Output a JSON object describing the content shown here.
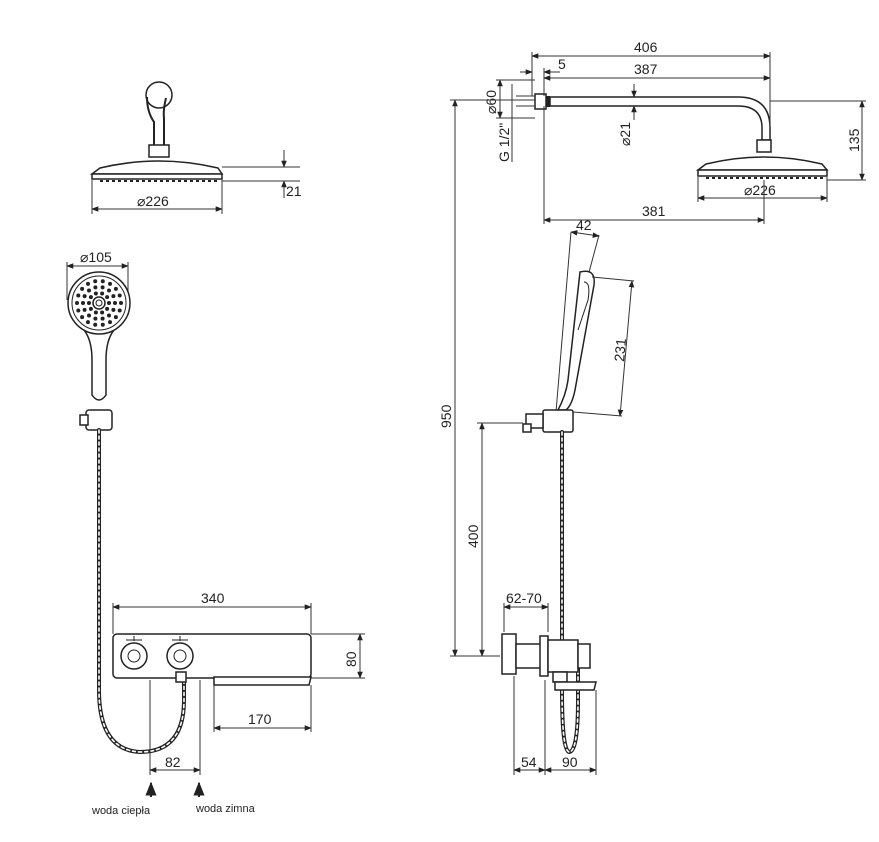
{
  "dimensions": {
    "overhead_diameter": "⌀226",
    "overhead_height": "21",
    "handshower_diameter": "⌀105",
    "valve_width": "340",
    "valve_height": "80",
    "spout_length": "170",
    "inlet_spacing": "82",
    "arm_total": "406",
    "arm_offset": "5",
    "arm_length": "387",
    "flange_diameter": "⌀60",
    "thread": "G 1/2\"",
    "pipe_diameter": "⌀21",
    "arm_drop": "135",
    "side_overhead_diameter": "⌀226",
    "arm_projection": "381",
    "handshower_depth": "42",
    "handshower_length": "231",
    "total_height": "950",
    "holder_height": "400",
    "wall_depth": "62-70",
    "side_depth_a": "54",
    "side_depth_b": "90"
  },
  "inlets": {
    "hot": "woda ciepła",
    "cold": "woda zimna"
  }
}
